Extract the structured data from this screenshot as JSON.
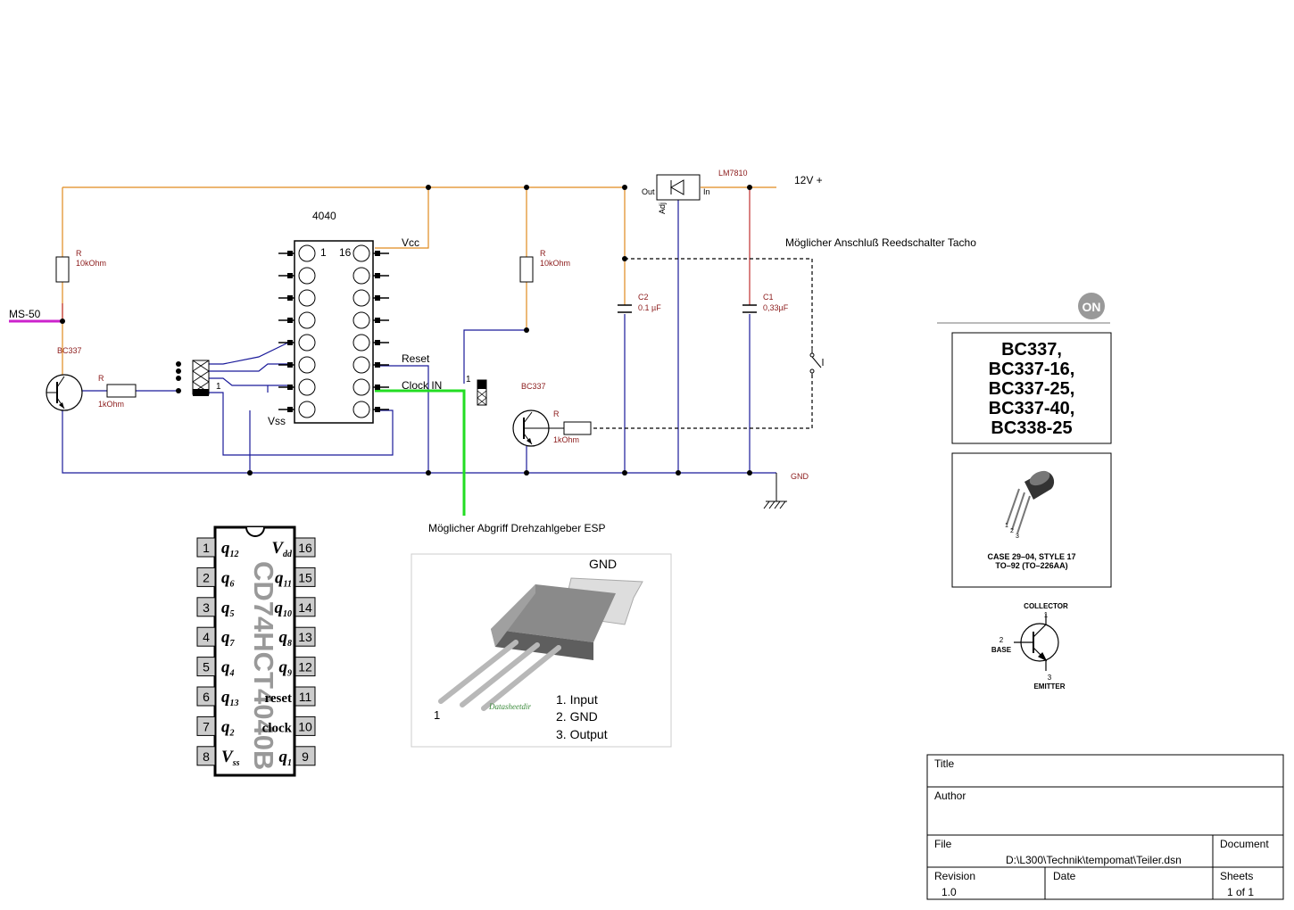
{
  "labels": {
    "ic_name": "4040",
    "ic_pin1": "1",
    "ic_pin16": "16",
    "vcc": "Vcc",
    "vss": "Vss",
    "reset": "Reset",
    "clock_in": "Clock IN",
    "supply": "12V +",
    "gnd": "GND",
    "ms50": "MS-50",
    "reed_note": "Möglicher Anschluß Reedschalter Tacho",
    "esp_note": "Möglicher Abgriff Drehzahlgeber ESP",
    "jumper1_mark": "1",
    "jumper2_mark": "1"
  },
  "components": {
    "r1": {
      "ref": "R",
      "value": "10kOhm"
    },
    "r2": {
      "ref": "R",
      "value": "1kOhm"
    },
    "r3": {
      "ref": "R",
      "value": "10kOhm"
    },
    "r4": {
      "ref": "R",
      "value": "1kOhm"
    },
    "q1": {
      "ref": "BC337"
    },
    "q2": {
      "ref": "BC337"
    },
    "c1": {
      "ref": "C1",
      "value": "0,33µF"
    },
    "c2": {
      "ref": "C2",
      "value": "0.1 µF"
    },
    "reg": {
      "ref": "LM7810",
      "out": "Out",
      "in": "In",
      "adj": "Adj"
    },
    "gnd_label": "GND"
  },
  "pinout": {
    "chip_label": "CD74HCT4040B",
    "left": [
      {
        "num": "1",
        "name": "q",
        "sub": "12"
      },
      {
        "num": "2",
        "name": "q",
        "sub": "6"
      },
      {
        "num": "3",
        "name": "q",
        "sub": "5"
      },
      {
        "num": "4",
        "name": "q",
        "sub": "7"
      },
      {
        "num": "5",
        "name": "q",
        "sub": "4"
      },
      {
        "num": "6",
        "name": "q",
        "sub": "13"
      },
      {
        "num": "7",
        "name": "q",
        "sub": "2"
      },
      {
        "num": "8",
        "name": "V",
        "sub": "ss"
      }
    ],
    "right": [
      {
        "num": "16",
        "name": "V",
        "sub": "dd"
      },
      {
        "num": "15",
        "name": "q",
        "sub": "11"
      },
      {
        "num": "14",
        "name": "q",
        "sub": "10"
      },
      {
        "num": "13",
        "name": "q",
        "sub": "8"
      },
      {
        "num": "12",
        "name": "q",
        "sub": "9"
      },
      {
        "num": "11",
        "name": "reset",
        "sub": ""
      },
      {
        "num": "10",
        "name": "clock",
        "sub": ""
      },
      {
        "num": "9",
        "name": "q",
        "sub": "1"
      }
    ]
  },
  "regulator_pinout": {
    "gnd_label": "GND",
    "pin_mark": "1",
    "watermark": "Datasheetdir",
    "pins": [
      "1. Input",
      "2. GND",
      "3. Output"
    ]
  },
  "datasheet": {
    "logo": "ON",
    "titles": [
      "BC337,",
      "BC337-16,",
      "BC337-25,",
      "BC337-40,",
      "BC338-25"
    ],
    "pin_marks": [
      "1",
      "2",
      "3"
    ],
    "case_line1": "CASE 29–04, STYLE 17",
    "case_line2": "TO–92 (TO–226AA)",
    "collector": "COLLECTOR",
    "collector_num": "1",
    "base": "BASE",
    "base_num": "2",
    "emitter": "EMITTER",
    "emitter_num": "3"
  },
  "title_block": {
    "title_label": "Title",
    "author_label": "Author",
    "file_label": "File",
    "file_value": "D:\\L300\\Technik\\tempomat\\Teiler.dsn",
    "document_label": "Document",
    "revision_label": "Revision",
    "revision_value": "1.0",
    "date_label": "Date",
    "sheets_label": "Sheets",
    "sheets_value": "1 of 1"
  },
  "colors": {
    "supply_wire": "#e08a1e",
    "ground_wire": "#1a1a9a",
    "pulse_wire": "#cc22cc",
    "clock_wire": "#22dd22",
    "component_label": "#8b1a1a"
  }
}
